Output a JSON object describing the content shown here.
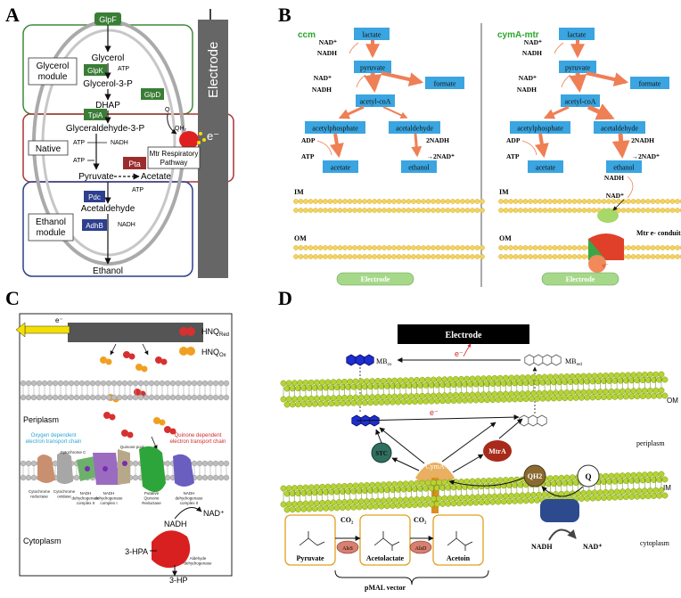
{
  "panels": {
    "a": {
      "letter": "A",
      "modules": {
        "glycerol": "Glycerol\nmodule",
        "native": "Native",
        "ethanol": "Ethanol\nmodule"
      },
      "electrode": "Electrode",
      "electron": "e⁻",
      "mtr_box": "Mtr Respiratory\nPathway",
      "enzymes": {
        "glpf": "GlpF",
        "glpk": "GlpK",
        "glpd": "GlpD",
        "tpia": "TpiA",
        "pta": "Pta",
        "pdc": "Pdc",
        "adhb": "AdhB"
      },
      "metabolites": {
        "glycerol": "Glycerol",
        "glycerol3p": "Glycerol-3-P",
        "dhap": "DHAP",
        "g3p": "Glyceraldehyde-3-P",
        "pyruvate": "Pyruvate",
        "acetate": "Acetate",
        "acetaldehyde": "Acetaldehyde",
        "ethanol": "Ethanol"
      },
      "cofactors": {
        "atp1": "ATP",
        "atp2": "ATP",
        "atp3": "ATP",
        "atp4": "ATP",
        "nadh1": "NADH",
        "nadh2": "NADH",
        "q": "Q",
        "qh2": "QH₂"
      }
    },
    "b": {
      "letter": "B",
      "left_title": "ccm",
      "right_title": "cymA-mtr",
      "boxes": {
        "lactate": "lactate",
        "pyruvate": "pyruvate",
        "formate": "formate",
        "acetylcoa": "acetyl-coA",
        "acetylphosphate": "acetylphosphate",
        "acetaldehyde": "acetaldehyde",
        "acetate": "acetate",
        "ethanol": "ethanol"
      },
      "cofactors": {
        "nad": "NAD⁺",
        "nadh": "NADH",
        "adp": "ADP",
        "atp": "ATP",
        "twonadh": "2NADH",
        "twonad": "2NAD⁺"
      },
      "membranes": {
        "im": "IM",
        "om": "OM"
      },
      "electrode": "Electrode",
      "conduit": "Mtr e- conduit",
      "electron": "e⁻"
    },
    "c": {
      "letter": "C",
      "electron": "e⁻",
      "hnq_red": "HNQ",
      "hnq_red_sub": "Red",
      "hnq_ox": "HNQ",
      "hnq_ox_sub": "Ox",
      "periplasm": "Periplasm",
      "cytoplasm": "Cytoplasm",
      "oxygen_chain": "Oxygen dependent\nelectron transport chain",
      "quinone_chain": "Quinone dependent\nelectron transport chain",
      "small_labels": [
        "Cytochrome C",
        "Cytochrome\nreductase",
        "Cytochrome\noxidase",
        "NADH\ndehydrogenase\ncomplex II",
        "NADH\ndehydrogenase\ncomplex I",
        "Quinone pool",
        "Putative\nQuinone\nReductase",
        "NADH\ndehydrogenase\ncomplex II",
        "Aldehyde\ndehydrogenase"
      ],
      "nadh": "NADH",
      "nad": "NAD⁺",
      "hpa": "3-HPA",
      "hp": "3-HP"
    },
    "d": {
      "letter": "D",
      "electrode": "Electrode",
      "mb_ox": "MB",
      "mb_ox_sub": "ox",
      "mb_red": "MB",
      "mb_red_sub": "red",
      "electron": "e⁻",
      "om": "OM",
      "im": "IM",
      "periplasm": "periplasm",
      "cytoplasm": "cytoplasm",
      "stc": "STC",
      "cyma": "CymA",
      "mtra": "MtrA",
      "qh2": "QH2",
      "q": "Q",
      "nadh": "NADH",
      "nad": "NAD⁺",
      "co2_1": "CO₂",
      "co2_2": "CO₂",
      "alss": "AlsS",
      "alsd": "AlsD",
      "pyruvate": "Pyruvate",
      "acetolactate": "Acetolactate",
      "acetoin": "Acetoin",
      "vector": "pMAL vector"
    }
  },
  "colors": {
    "enzyme_green": "#3a7d35",
    "pta_red": "#9b2d2d",
    "enzyme_blue": "#2e3f8f",
    "b_box_blue": "#3aa5e0",
    "b_arrow_orange": "#ef7f55",
    "lipid_yellow": "#f4d35e",
    "membrane_green": "#b5d334",
    "electrode_gray": "#666666"
  }
}
